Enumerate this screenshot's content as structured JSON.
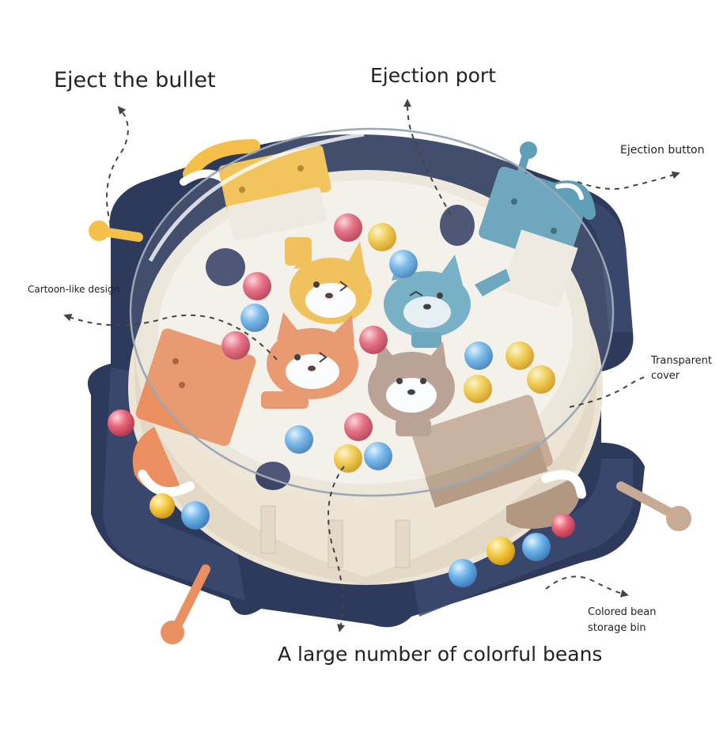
{
  "labels": {
    "eject_bullet": "Eject the bullet",
    "ejection_port": "Ejection port",
    "ejection_button": "Ejection button",
    "cartoon_design": "Cartoon-like design",
    "transparent_cover": [
      "Transparent",
      "cover"
    ],
    "storage_bin": [
      "Colored bean",
      "storage bin"
    ],
    "colorful_beans": "A large number of colorful beans"
  },
  "colors": {
    "base_navy": "#2e3a5c",
    "bowl_cream": "#f4efe4",
    "yellow": "#f5c04a",
    "teal": "#5f9fb8",
    "orange": "#ea9060",
    "tan": "#c7ab94",
    "bean_pink": "#e8647a",
    "bean_blue": "#6cb4ea",
    "bean_yellow": "#f4cc45"
  }
}
